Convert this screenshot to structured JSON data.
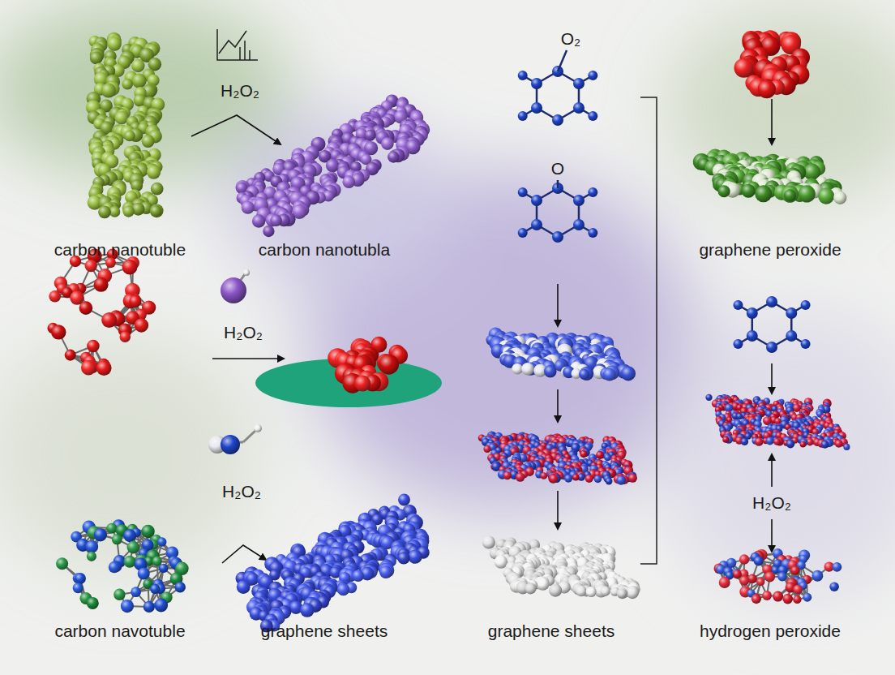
{
  "diagram": {
    "labels": [
      "H₂O₂",
      "carbon nanotuble",
      "carbon nanotubla",
      "graphene peroxide",
      "O₂",
      "O",
      "H₂O₂",
      "H₂O₂",
      "H₂O₂",
      "carbon navotuble",
      "graphene sheets",
      "graphene sheets",
      "hydrogen peroxide"
    ]
  }
}
